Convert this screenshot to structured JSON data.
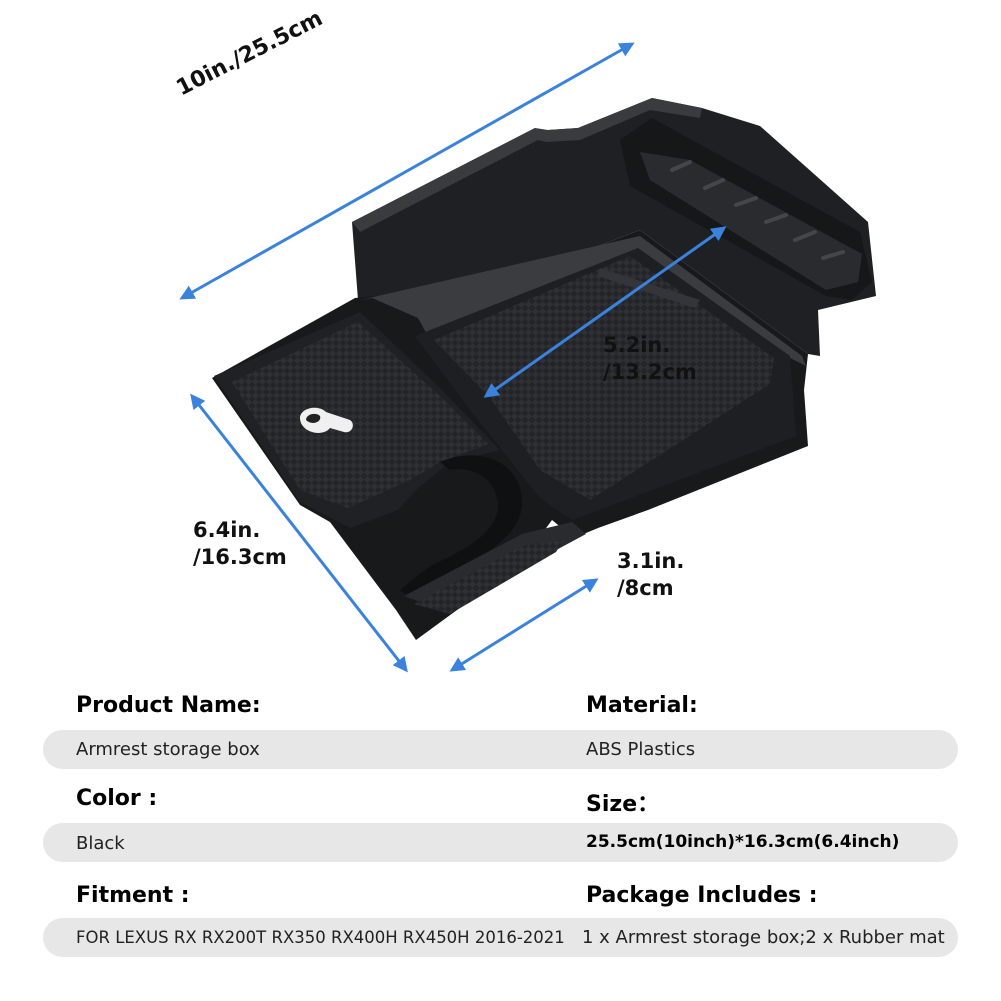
{
  "dimensions": {
    "length": "10in./25.5cm",
    "inner_width_line1": "5.2in.",
    "inner_width_line2": "/13.2cm",
    "width_line1": "6.4in.",
    "width_line2": "/16.3cm",
    "cup_line1": "3.1in.",
    "cup_line2": "/8cm"
  },
  "colors": {
    "arrow": "#3a82dc",
    "tray_dark": "#1b1c1e",
    "tray_mid": "#2b2c2f",
    "bar": "#e7e7e7"
  },
  "specs": {
    "product_name": {
      "label": "Product Name:",
      "value": "Armrest storage box"
    },
    "material": {
      "label": "Material:",
      "value": "ABS Plastics"
    },
    "color": {
      "label": "Color :",
      "value": "Black"
    },
    "size": {
      "label": "Size：",
      "value": "25.5cm(10inch)*16.3cm(6.4inch)"
    },
    "fitment": {
      "label": "Fitment :",
      "value": "FOR LEXUS RX RX200T RX350 RX400H RX450H 2016-2021"
    },
    "package": {
      "label": "Package Includes :",
      "value": "1 x Armrest storage box;2 x Rubber mat"
    }
  }
}
